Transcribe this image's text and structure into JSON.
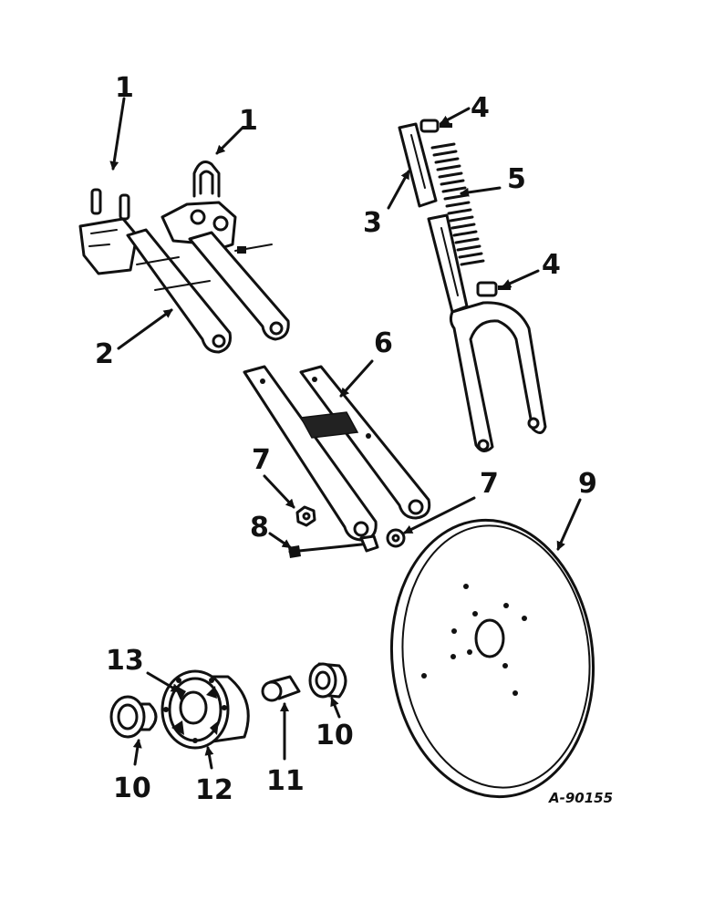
{
  "diagram": {
    "reference_number": "A-90155",
    "callouts": [
      {
        "id": "1a",
        "label": "1"
      },
      {
        "id": "1b",
        "label": "1"
      },
      {
        "id": "2",
        "label": "2"
      },
      {
        "id": "3",
        "label": "3"
      },
      {
        "id": "4a",
        "label": "4"
      },
      {
        "id": "4b",
        "label": "4"
      },
      {
        "id": "5",
        "label": "5"
      },
      {
        "id": "6",
        "label": "6"
      },
      {
        "id": "7a",
        "label": "7"
      },
      {
        "id": "7b",
        "label": "7"
      },
      {
        "id": "8",
        "label": "8"
      },
      {
        "id": "9",
        "label": "9"
      },
      {
        "id": "10a",
        "label": "10"
      },
      {
        "id": "10b",
        "label": "10"
      },
      {
        "id": "11",
        "label": "11"
      },
      {
        "id": "12",
        "label": "12"
      },
      {
        "id": "13",
        "label": "13"
      }
    ]
  }
}
